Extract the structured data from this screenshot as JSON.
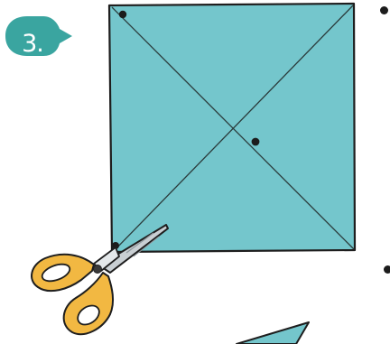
{
  "step": {
    "label": "3.",
    "badge_color": "#3aa5a0"
  },
  "paper": {
    "color": "#74c6cc",
    "outline_color": "#1e1e1e",
    "fold_line_color": "#2a3a3a"
  },
  "scissors": {
    "handle_color": "#f2b842",
    "blade_color": "#c9cfd3",
    "outline_color": "#1e1e1e"
  },
  "icons": {
    "badge": "step-number-badge",
    "paper": "square-paper",
    "tool": "scissors-icon"
  }
}
